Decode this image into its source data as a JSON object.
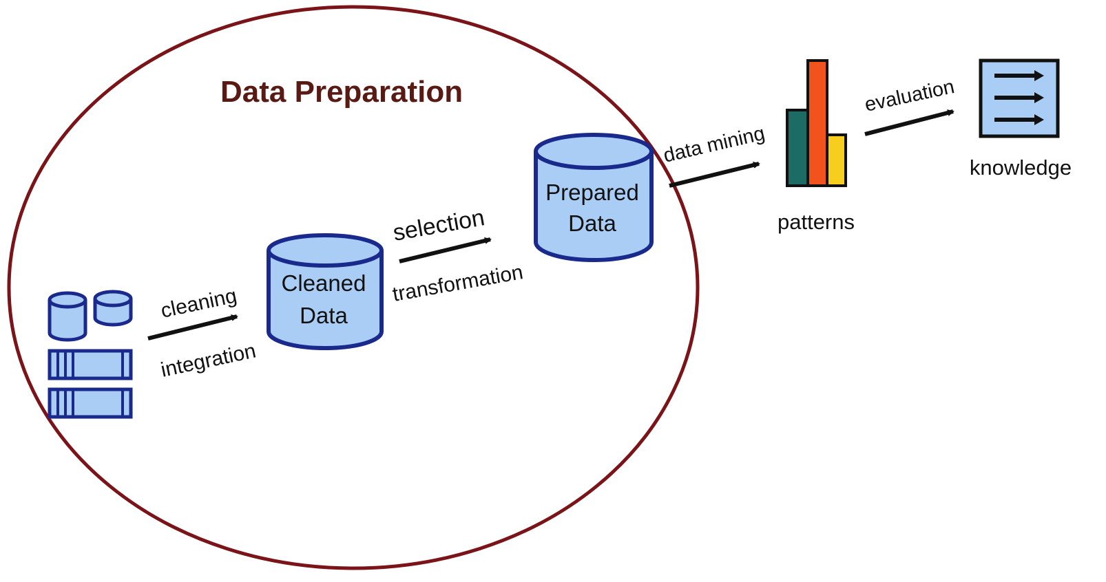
{
  "title": "Data Preparation",
  "nodes": {
    "cleaned": [
      "Cleaned",
      "Data"
    ],
    "prepared": [
      "Prepared",
      "Data"
    ],
    "patterns": "patterns",
    "knowledge": "knowledge"
  },
  "edges": {
    "step1_top": "cleaning",
    "step1_bottom": "integration",
    "step2_top": "selection",
    "step2_bottom": "transformation",
    "step3": "data mining",
    "step4": "evaluation"
  },
  "colors": {
    "ellipse": "#7a1418",
    "title": "#5a1a14",
    "db_fill": "#a9cdf5",
    "db_stroke": "#1a2a8c",
    "bar_teal": "#1c6b65",
    "bar_orange": "#f2521b",
    "bar_yellow": "#f7cd1e",
    "arrow": "#111111"
  },
  "icons": [
    "database-icon",
    "bar-chart-icon",
    "knowledge-doc-icon"
  ]
}
